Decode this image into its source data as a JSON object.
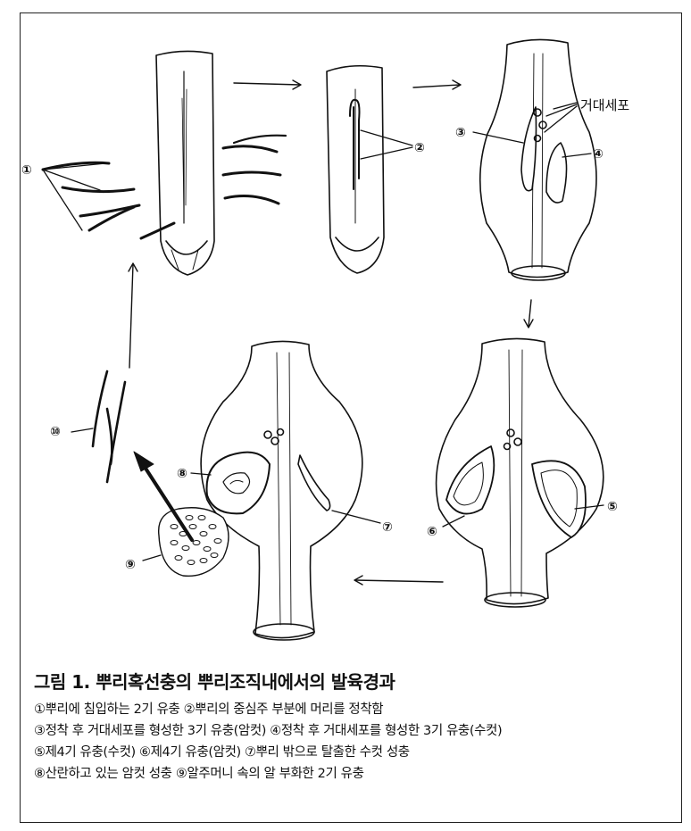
{
  "labels": {
    "giant_cell": "거대세포",
    "n1": "①",
    "n2": "②",
    "n3": "③",
    "n4": "④",
    "n5": "⑤",
    "n6": "⑥",
    "n7": "⑦",
    "n8": "⑧",
    "n9": "⑨",
    "n10": "⑩"
  },
  "caption": {
    "title": "그림 1. 뿌리혹선충의 뿌리조직내에서의 발육경과",
    "lines": [
      "①뿌리에 침입하는 2기 유충 ②뿌리의 중심주 부분에 머리를 정착함",
      "③정착 후 거대세포를 형성한 3기 유충(암컷) ④정착 후 거대세포를 형성한 3기 유충(수컷)",
      "⑤제4기 유충(수컷) ⑥제4기 유충(암컷) ⑦뿌리 밖으로 탈출한 수컷 성충",
      "⑧산란하고 있는 암컷 성충 ⑨알주머니 속의 알  부화한 2기 유충"
    ]
  }
}
